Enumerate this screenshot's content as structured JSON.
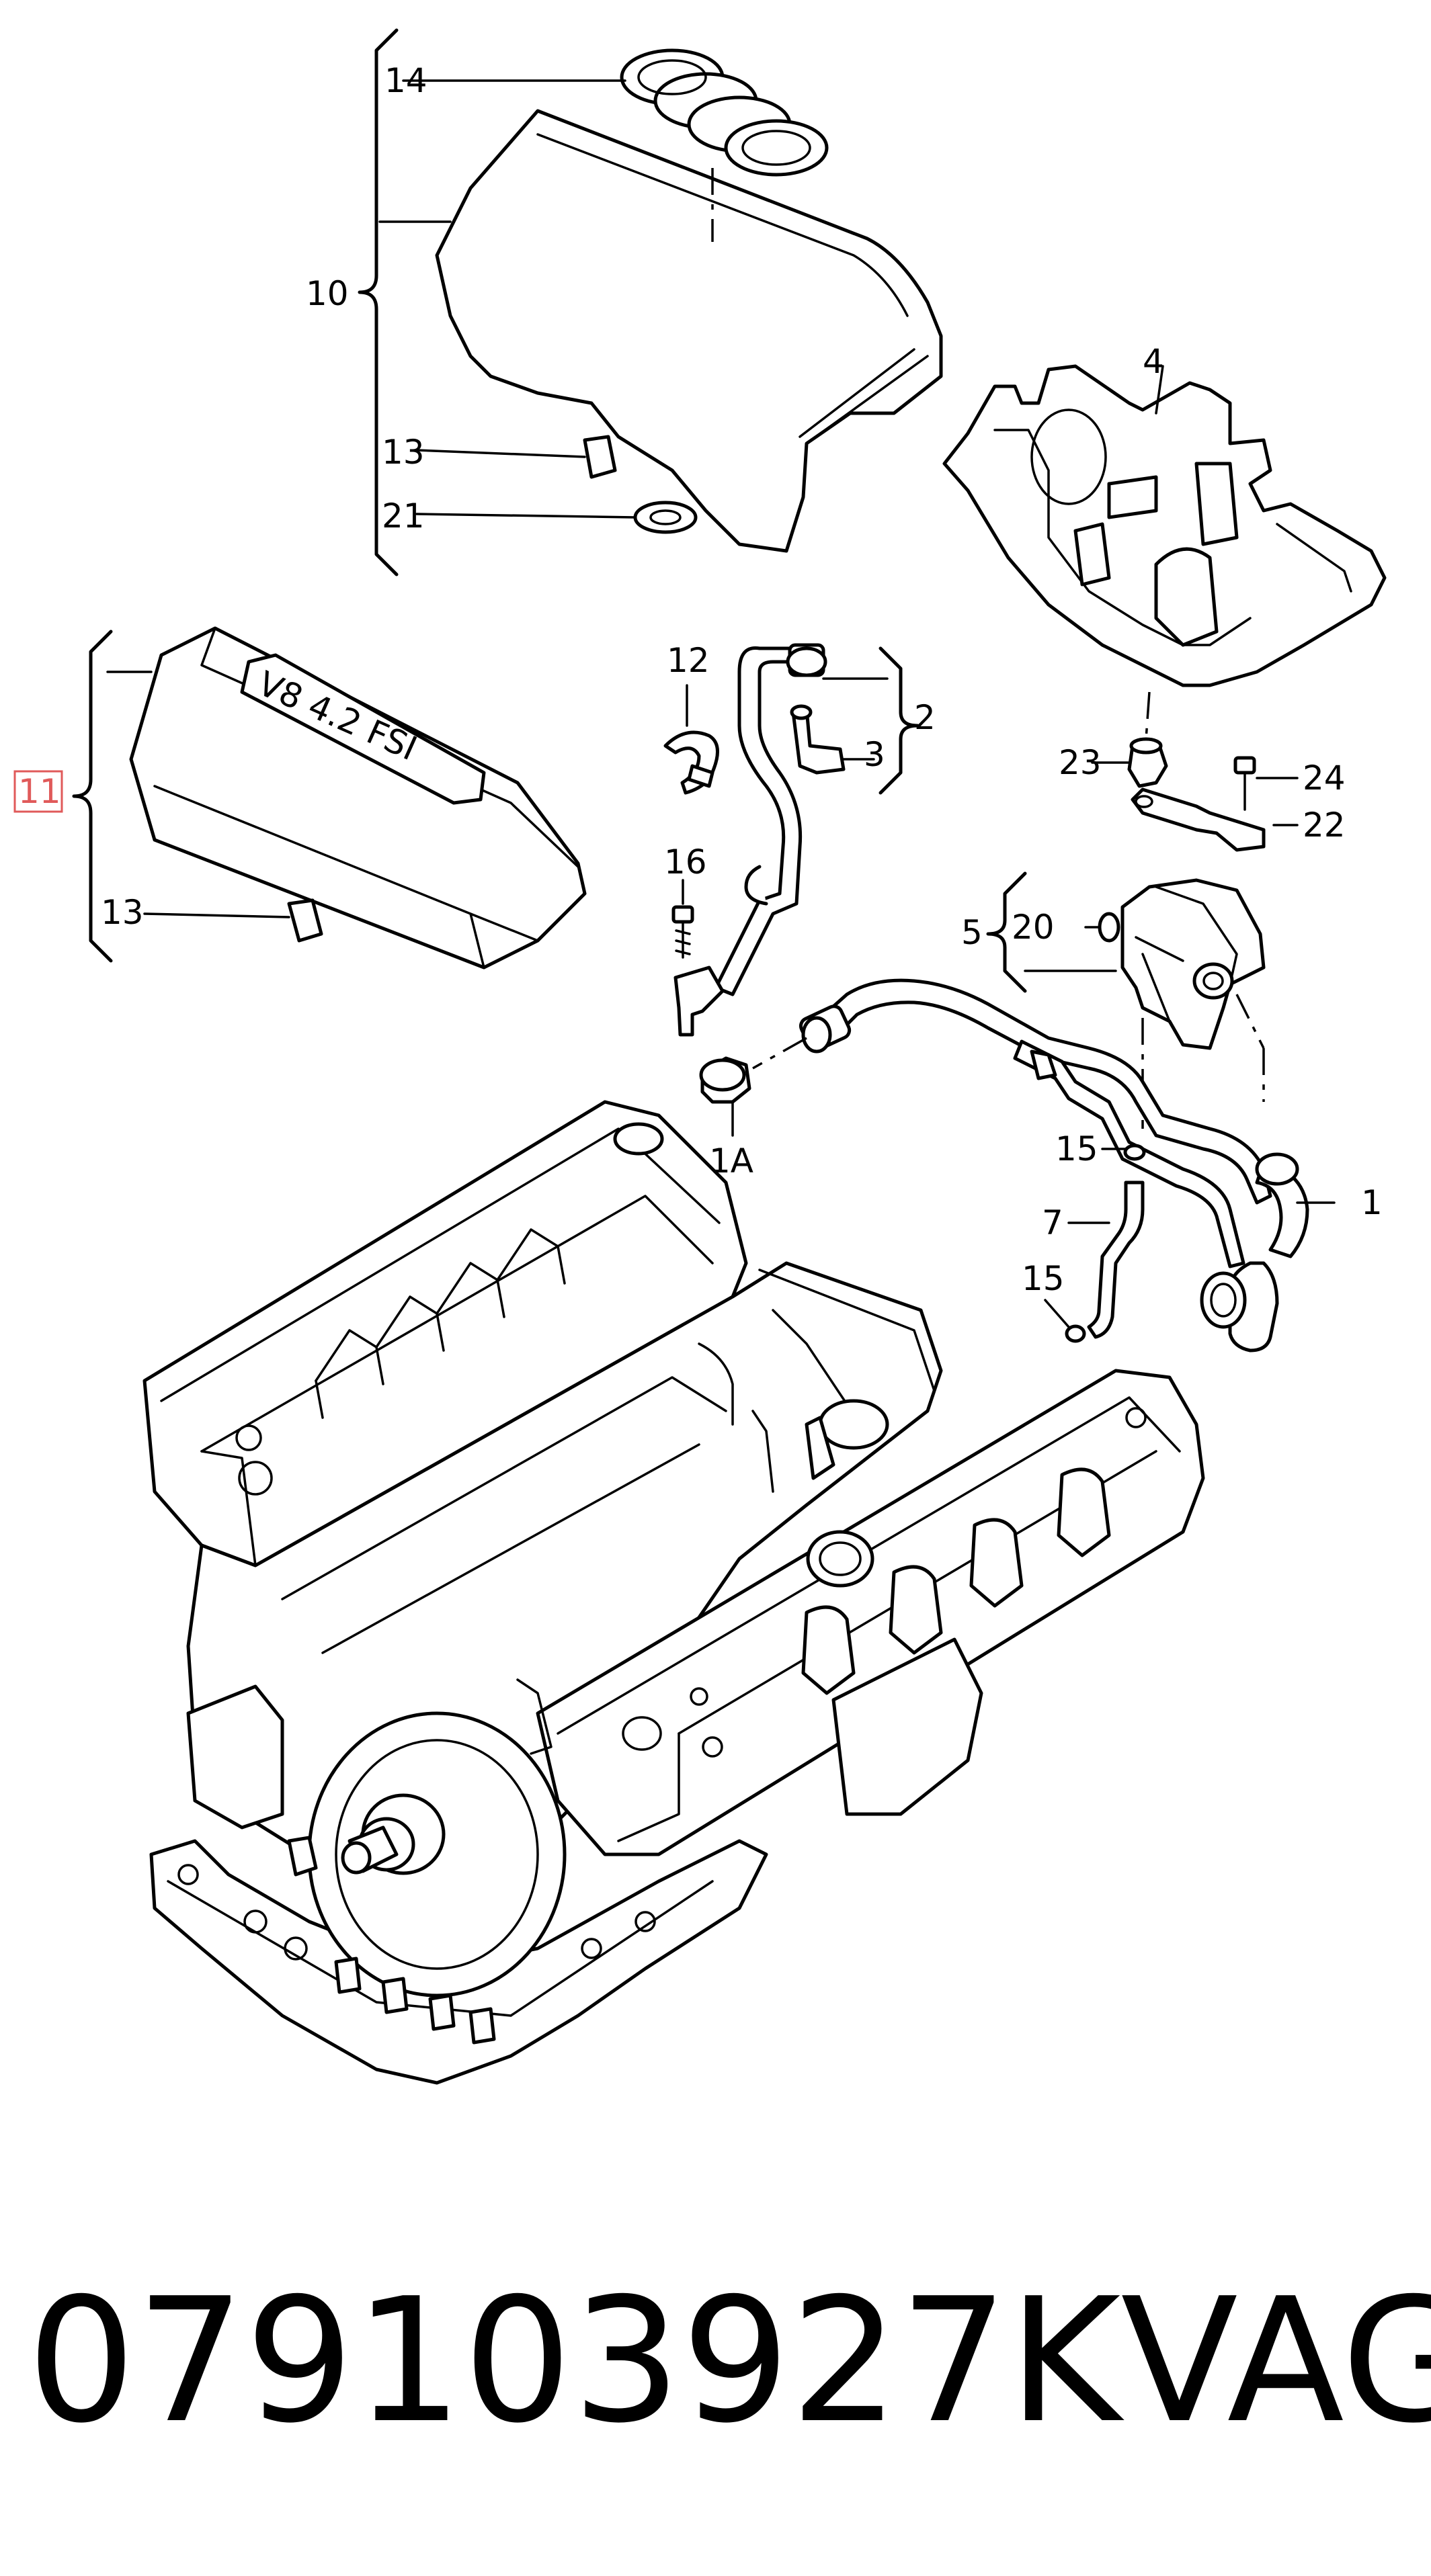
{
  "labels": {
    "p1": "1",
    "p1a": "1A",
    "p2": "2",
    "p3": "3",
    "p4": "4",
    "p5": "5",
    "p7": "7",
    "p10": "10",
    "p11": "11",
    "p12": "12",
    "p13a": "13",
    "p13b": "13",
    "p14": "14",
    "p15a": "15",
    "p15b": "15",
    "p16": "16",
    "p20": "20",
    "p21": "21",
    "p22": "22",
    "p23": "23",
    "p24": "24"
  },
  "cover_text": "V8 4.2 FSI",
  "footer": {
    "part_number": "079103927K",
    "brand": "VAG"
  },
  "colors": {
    "line": "#000000",
    "highlight": "#e05a5a"
  }
}
